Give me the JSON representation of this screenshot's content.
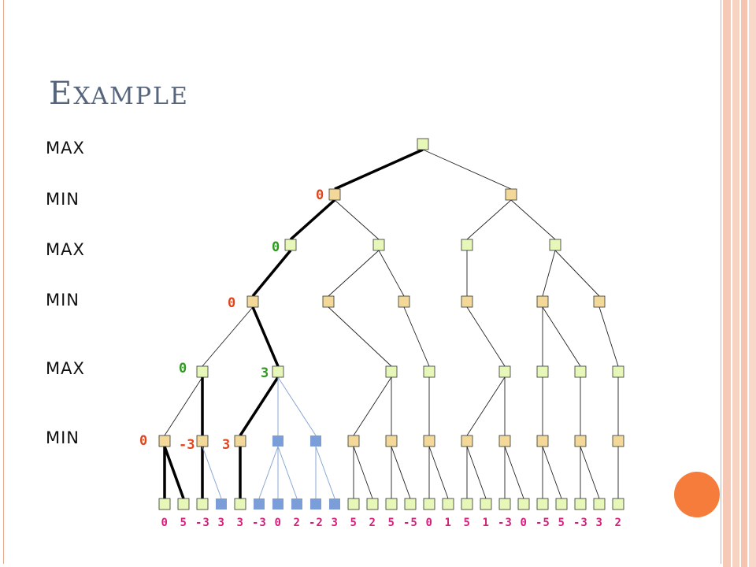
{
  "slide": {
    "title_first": "E",
    "title_rest": "XAMPLE",
    "levels": [
      "MAX",
      "MIN",
      "MAX",
      "MIN",
      "MAX",
      "MIN"
    ],
    "colors": {
      "title": "#56647c",
      "node_fill_light": "#e6f7b8",
      "node_fill_tan": "#f2d99a",
      "node_fill_blue": "#7b9ed8",
      "pruned_edge": "#8aa6d4",
      "value_red": "#e0451c",
      "value_green": "#2c9a1c",
      "leaf_value": "#d0227a",
      "accent_circle": "#f57c3a"
    }
  },
  "node_values": [
    {
      "label": "0",
      "color": "red"
    },
    {
      "label": "0",
      "color": "green"
    },
    {
      "label": "0",
      "color": "red"
    },
    {
      "label": "0",
      "color": "green"
    },
    {
      "label": "3",
      "color": "green"
    },
    {
      "label": "0",
      "color": "red"
    },
    {
      "label": "-3",
      "color": "red"
    },
    {
      "label": "3",
      "color": "red"
    }
  ],
  "leaf_values": [
    "0",
    "5",
    "-3",
    "3",
    "3",
    "-3",
    "0",
    "2",
    "-2",
    "3",
    "5",
    "2",
    "5",
    "-5",
    "0",
    "1",
    "5",
    "1",
    "-3",
    "0",
    "-5",
    "5",
    "-3",
    "3",
    "2"
  ]
}
